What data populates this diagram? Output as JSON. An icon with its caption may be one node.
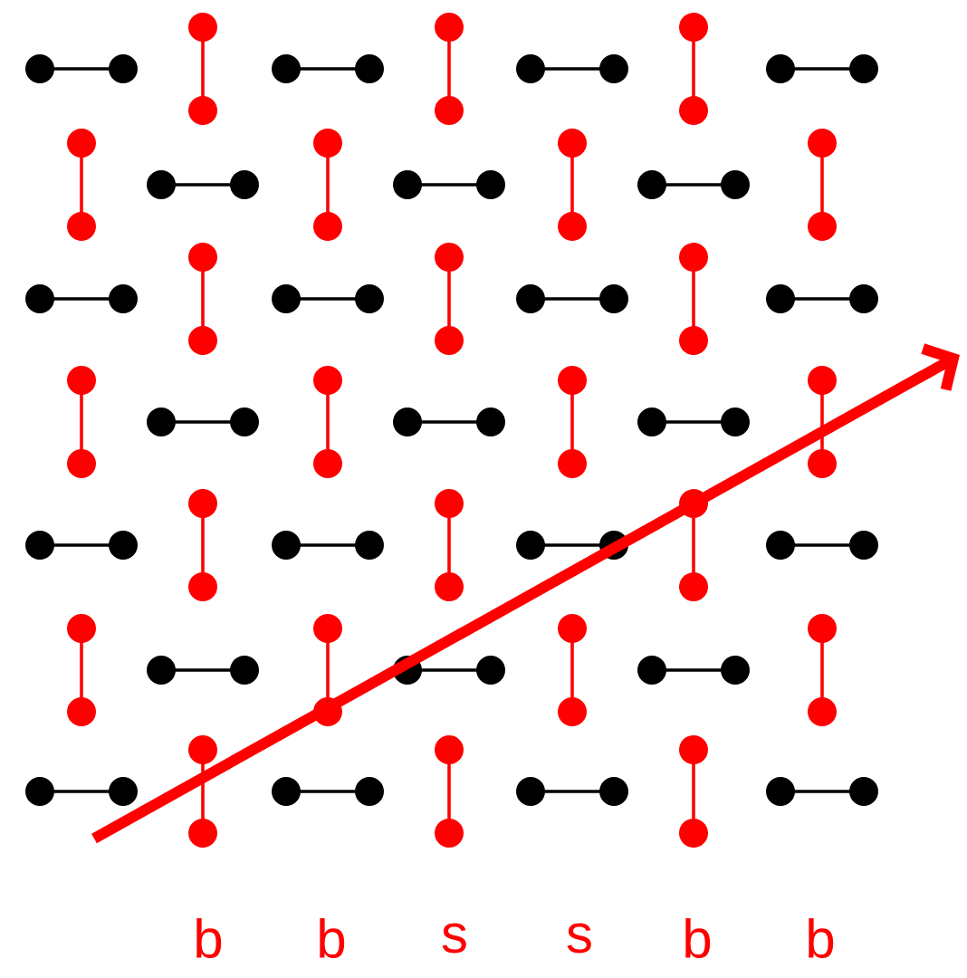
{
  "diagram": {
    "labels": [
      "b",
      "b",
      "s",
      "s",
      "b",
      "b"
    ]
  }
}
